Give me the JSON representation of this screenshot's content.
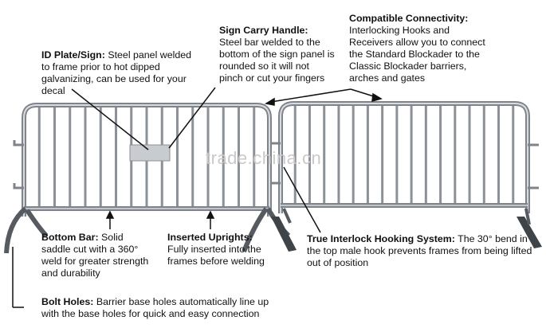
{
  "watermark": "trade.china.cn",
  "callouts": {
    "id_plate": {
      "title": "ID Plate/Sign:",
      "text": "Steel panel welded to frame prior to hot dipped galvanizing, can be used for your decal"
    },
    "sign_handle": {
      "title": "Sign Carry Handle:",
      "text": "Steel bar welded to the bottom of the sign panel is rounded so it will not pinch or cut your fingers"
    },
    "compatible": {
      "title": "Compatible Connectivity:",
      "text": "Interlocking Hooks and Receivers allow you to connect the Standard Blockader to the Classic Blockader barriers, arches and gates"
    },
    "bottom_bar": {
      "title": "Bottom Bar:",
      "text": "Solid saddle cut with a 360° weld for greater strength and durability"
    },
    "inserted": {
      "title": "Inserted Uprights:",
      "text": "Fully inserted into the frames before welding"
    },
    "interlock": {
      "title": "True Interlock Hooking System:",
      "text": "The 30° bend in the top male hook prevents frames from being lifted out of position"
    },
    "bolt_holes": {
      "title": "Bolt Holes:",
      "text": "Barrier base holes automatically line up with the base holes for quick and easy connection"
    }
  }
}
